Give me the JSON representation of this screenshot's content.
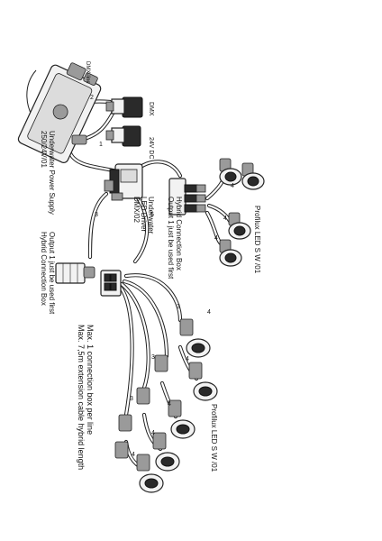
{
  "labels": {
    "power_supply": [
      "Underwater Power Supply",
      "250/24V/01"
    ],
    "dmx_line": "DMX-line",
    "dmx": "DMX",
    "dc_24v": "24V DC",
    "led_driver": [
      "Underwater",
      "LED Driver",
      "DMX/02"
    ],
    "hybrid_box_top": [
      "Hybrid Connection Box",
      "Output 1 just be used first"
    ],
    "hybrid_box_left": [
      "Hybrid Connection Box",
      "Output 1 just be used first"
    ],
    "led_top": "Profilux LED S W /01",
    "led_bottom": "Profilux LED S W /01",
    "notes": [
      "Max. 7,5m extension cable hybrid  length",
      "Max. 1 connection box per line"
    ]
  },
  "callouts": {
    "n1": "1",
    "n2": "2",
    "n3a": "3",
    "n3b": "3",
    "n3c": "3",
    "n3d": "3",
    "n4a": "4",
    "n4b": "4",
    "n4c": "4",
    "n4d": "4",
    "n4e": "4",
    "n4f": "4",
    "n4g": "4",
    "n4h": "4",
    "n5": "5"
  }
}
